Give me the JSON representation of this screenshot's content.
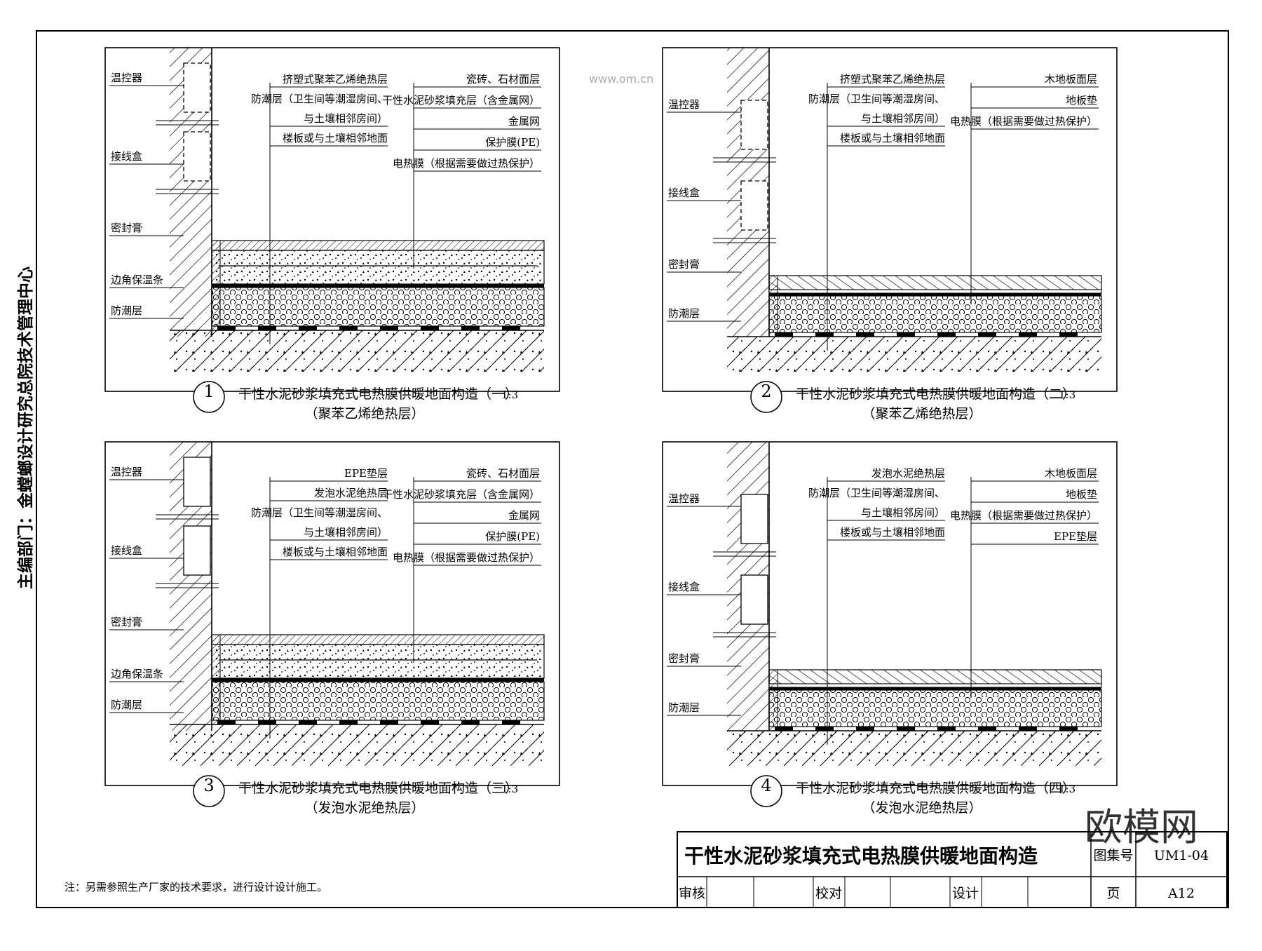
{
  "side_text": "主编部门：金螳螂设计研究总院技术管理中心",
  "diagrams": [
    {
      "number": "1",
      "title": "干性水泥砂浆填充式电热膜供暖地面构造（一）",
      "scale": "1:3",
      "subtitle": "（聚苯乙烯绝热层）",
      "left_labels": [
        "温控器",
        "接线盒",
        "密封膏",
        "边角保温条",
        "防潮层"
      ],
      "mid_labels": [
        "挤塑式聚苯乙烯绝热层",
        "防潮层（卫生间等潮湿房间、",
        "与土壤相邻房间）",
        "楼板或与土壤相邻地面"
      ],
      "right_labels": [
        "瓷砖、石材面层",
        "干性水泥砂浆填充层（含金属网）",
        "金属网",
        "保护膜(PE)",
        "电热膜（根据需要做过热保护）"
      ]
    },
    {
      "number": "2",
      "title": "干性水泥砂浆填充式电热膜供暖地面构造（二）",
      "scale": "1:3",
      "subtitle": "（聚苯乙烯绝热层）",
      "left_labels": [
        "温控器",
        "接线盒",
        "密封膏",
        "防潮层"
      ],
      "mid_labels": [
        "挤塑式聚苯乙烯绝热层",
        "防潮层（卫生间等潮湿房间、",
        "与土壤相邻房间）",
        "楼板或与土壤相邻地面"
      ],
      "right_labels": [
        "木地板面层",
        "地板垫",
        "电热膜（根据需要做过热保护）"
      ]
    },
    {
      "number": "3",
      "title": "干性水泥砂浆填充式电热膜供暖地面构造（三）",
      "scale": "1:3",
      "subtitle": "（发泡水泥绝热层）",
      "left_labels": [
        "温控器",
        "接线盒",
        "密封膏",
        "边角保温条",
        "防潮层"
      ],
      "mid_labels": [
        "EPE垫层",
        "发泡水泥绝热层",
        "防潮层（卫生间等潮湿房间、",
        "与土壤相邻房间）",
        "楼板或与土壤相邻地面"
      ],
      "right_labels": [
        "瓷砖、石材面层",
        "干性水泥砂浆填充层（含金属网）",
        "金属网",
        "保护膜(PE)",
        "电热膜（根据需要做过热保护）"
      ]
    },
    {
      "number": "4",
      "title": "干性水泥砂浆填充式电热膜供暖地面构造（四）",
      "scale": "1:3",
      "subtitle": "（发泡水泥绝热层）",
      "left_labels": [
        "温控器",
        "接线盒",
        "密封膏",
        "防潮层"
      ],
      "mid_labels": [
        "发泡水泥绝热层",
        "防潮层（卫生间等潮湿房间、",
        "与土壤相邻房间）",
        "楼板或与土壤相邻地面"
      ],
      "right_labels": [
        "木地板面层",
        "地板垫",
        "电热膜（根据需要做过热保护）",
        "EPE垫层"
      ]
    }
  ],
  "note": "注：另需参照生产厂家的技术要求，进行设计设计施工。",
  "title_block": {
    "main_title": "干性水泥砂浆填充式电热膜供暖地面构造",
    "atlas_label": "图集号",
    "atlas_number": "UM1-04",
    "review": "审核",
    "proof": "校对",
    "design": "设计",
    "page_label": "页",
    "page_number": "A12"
  },
  "watermark": {
    "logo": "欧模网",
    "site": "www.om.cn"
  }
}
